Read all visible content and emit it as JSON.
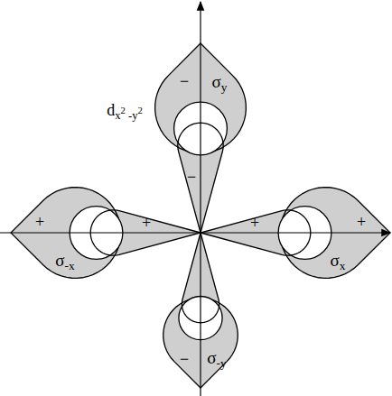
{
  "diagram": {
    "labels": [
      "−",
      "σy",
      "dx2 -y2",
      "−",
      "+",
      "+",
      "+",
      "+",
      "σ-x",
      "σx",
      "−",
      "σ-y"
    ]
  }
}
